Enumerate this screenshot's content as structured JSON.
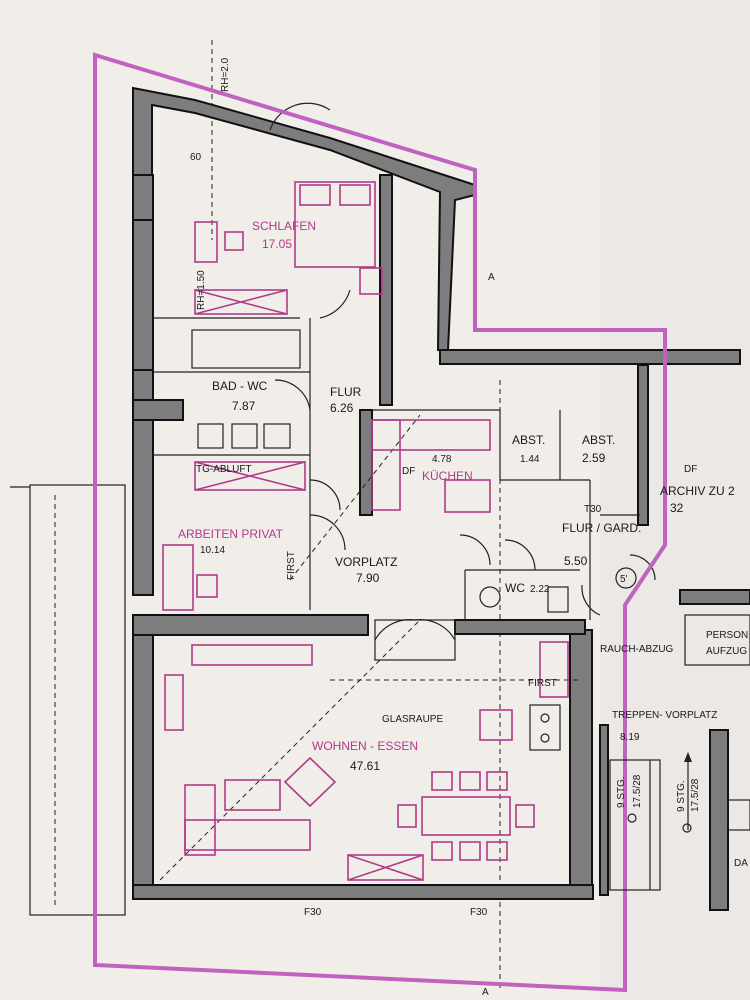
{
  "outline_color": "#c062c0",
  "furniture_color": "#b03a8a",
  "wall_color": "#7d7d7d",
  "rooms": {
    "schlafen": {
      "name": "SCHLAFEN",
      "area": "17.05"
    },
    "bad_wc": {
      "name": "BAD - WC",
      "area": "7.87"
    },
    "flur": {
      "name": "FLUR",
      "area": "6.26"
    },
    "kuechen": {
      "name": "KÜCHEN",
      "area": "4.78"
    },
    "abst1": {
      "name": "ABST.",
      "area": "1.44"
    },
    "abst2": {
      "name": "ABST.",
      "area": "2.59"
    },
    "arbeiten": {
      "name": "ARBEITEN PRIVAT",
      "area": "10.14"
    },
    "vorplatz": {
      "name": "VORPLATZ",
      "area": "7.90"
    },
    "flur_gard": {
      "name": "FLUR / GARD.",
      "area": "5.50"
    },
    "wc": {
      "name": "WC",
      "area": "2.22"
    },
    "wohnen": {
      "name": "WOHNEN - ESSEN",
      "area": "47.61"
    },
    "archiv": {
      "name": "ARCHIV ZU 2",
      "area": "32"
    },
    "treppen": {
      "name": "TREPPEN- VORPLATZ",
      "area": "8.19"
    }
  },
  "annotations": {
    "rh20": "RH=2.0",
    "rh150": "RH=1.50",
    "sixty": "60",
    "tg_abluft": "TG-ABLUFT",
    "df1": "DF",
    "df2": "DF",
    "first1": "FIRST",
    "first2": "FIRST",
    "glasraupe": "GLASRAUPE",
    "t30": "T30",
    "f30a": "F30",
    "f30b": "F30",
    "five": "5'",
    "rauch": "RAUCH-ABZUG",
    "person": "PERSON",
    "aufzug": "AUFZUG",
    "stg1": "9 STG.",
    "stg1b": "17.5/28",
    "stg2": "9 STG.",
    "stg2b": "17.5/28",
    "marker_a": "A",
    "marker_b": "A",
    "da": "DA"
  }
}
